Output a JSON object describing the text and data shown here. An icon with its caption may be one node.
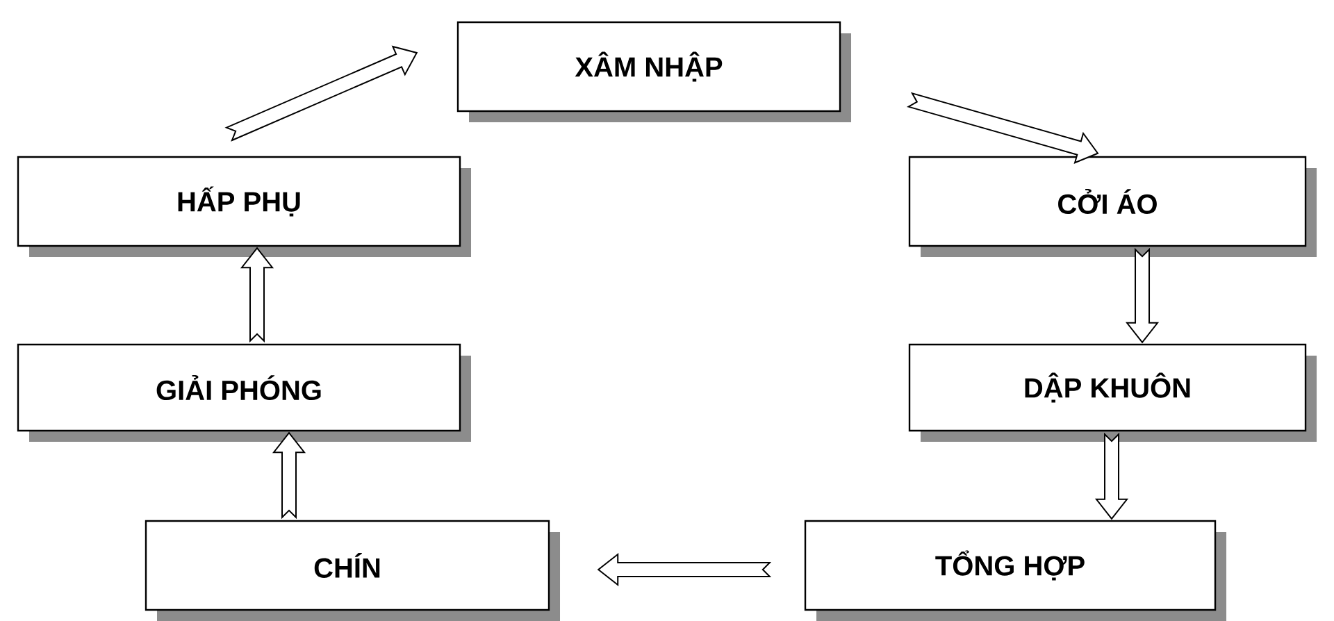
{
  "diagram": {
    "nodes": [
      {
        "text": [
          "XÂM NHẬP"
        ]
      },
      {
        "text": [
          "HẤP PHỤ"
        ]
      },
      {
        "text": [
          "CỞI ÁO"
        ]
      },
      {
        "text": [
          "GIẢI PHÓNG"
        ]
      },
      {
        "text": [
          "DẬP KHUÔN"
        ]
      },
      {
        "text": [
          "CHÍN"
        ]
      },
      {
        "text": [
          "TỔNG HỢP"
        ]
      }
    ],
    "edges": [
      {
        "from": 1,
        "to": 0,
        "arrow": "to"
      },
      {
        "from": 0,
        "to": 2,
        "arrow": "to"
      },
      {
        "from": 2,
        "to": 4,
        "arrow": "to"
      },
      {
        "from": 4,
        "to": 6,
        "arrow": "to"
      },
      {
        "from": 6,
        "to": 5,
        "arrow": "to"
      },
      {
        "from": 5,
        "to": 3,
        "arrow": "to"
      },
      {
        "from": 3,
        "to": 1,
        "arrow": "to"
      }
    ]
  }
}
